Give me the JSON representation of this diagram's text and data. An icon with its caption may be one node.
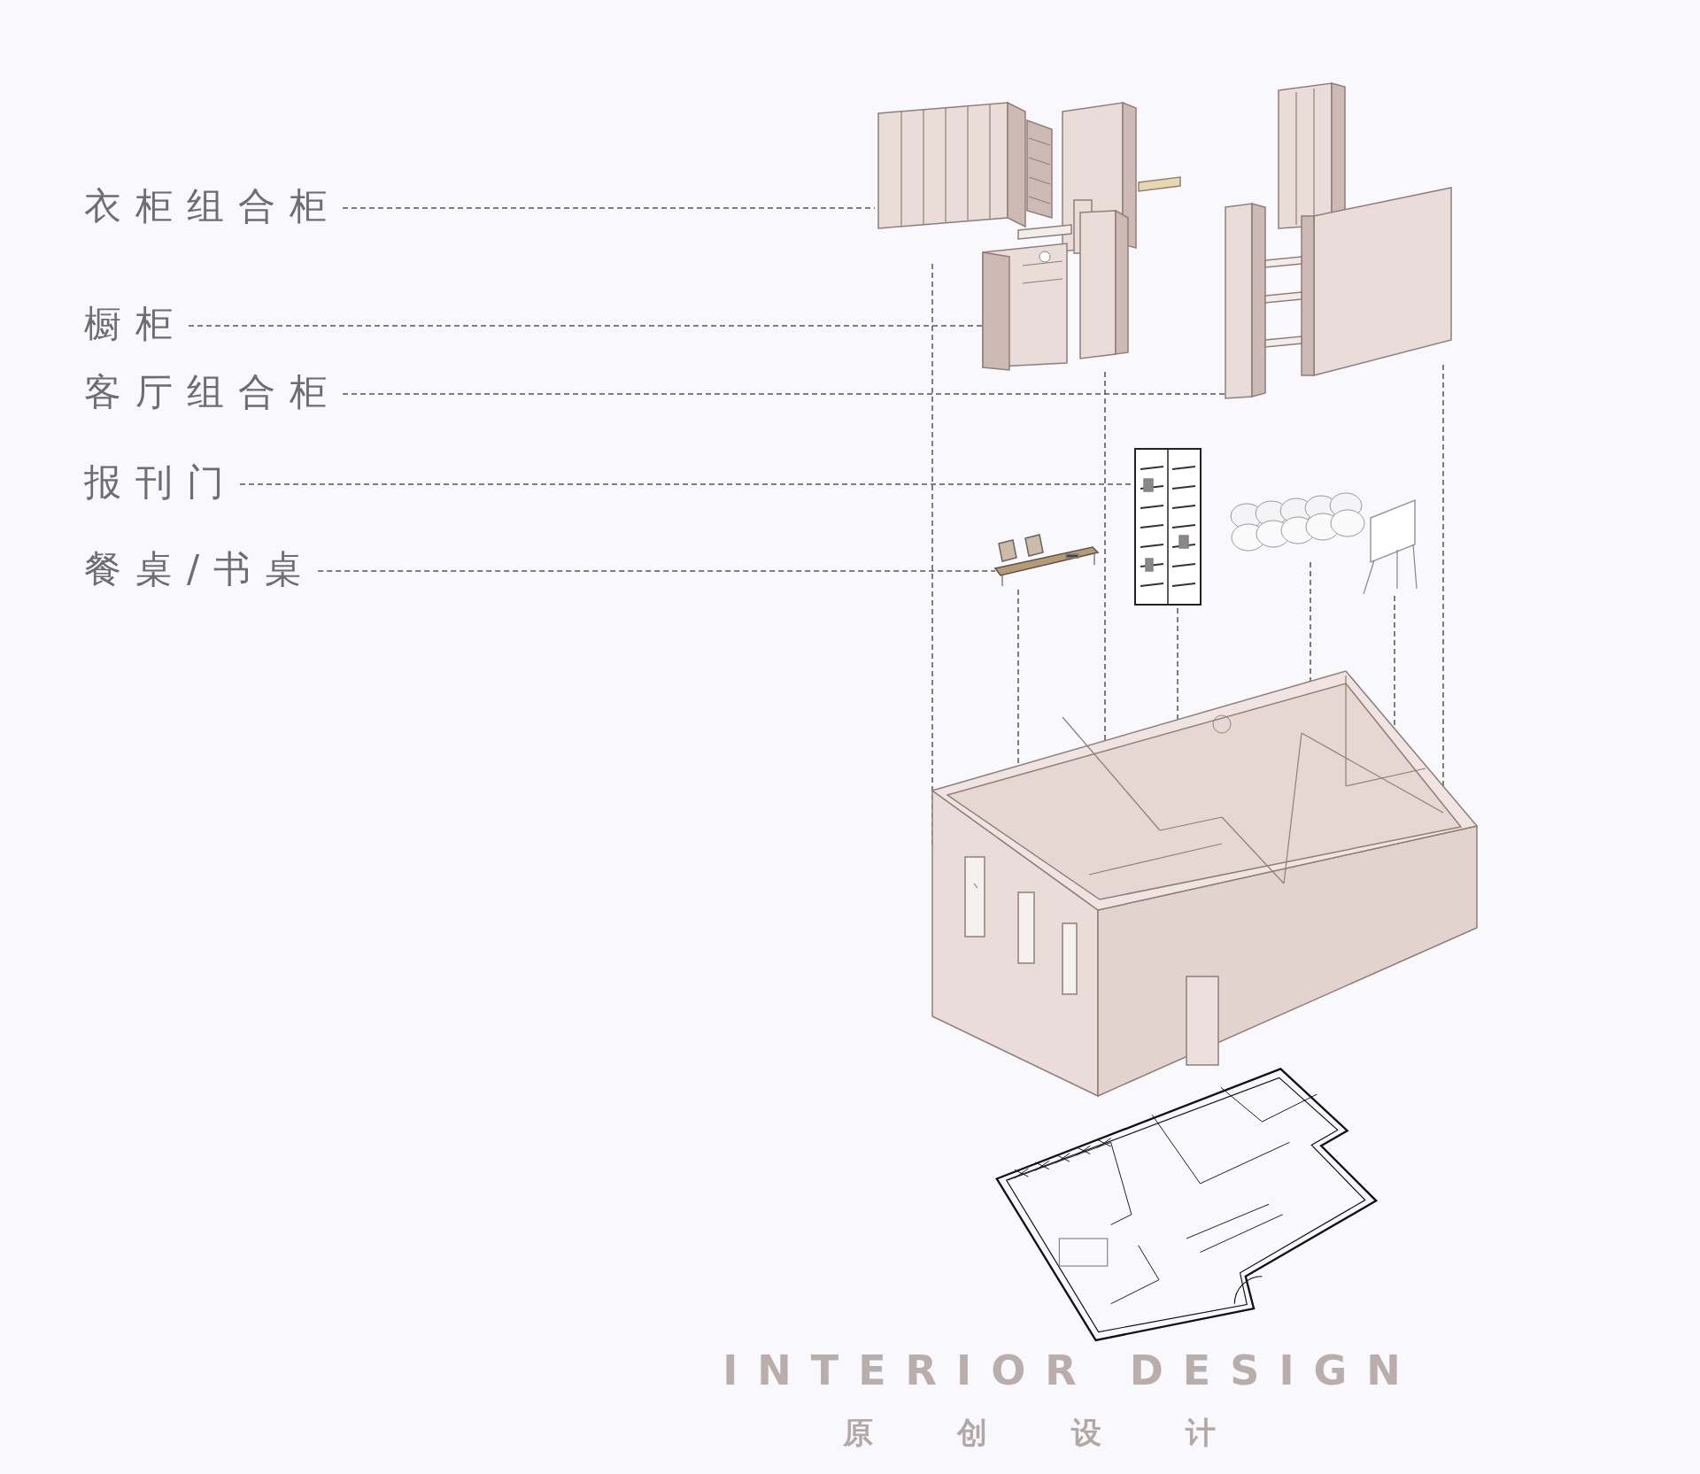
{
  "diagram": {
    "nodes": [
      {
        "text": [
          "衣柜组合柜"
        ]
      },
      {
        "text": [
          "橱柜"
        ]
      },
      {
        "text": [
          "客厅组合柜"
        ]
      },
      {
        "text": [
          "报刊门"
        ]
      },
      {
        "text": [
          "餐桌/书桌"
        ]
      },
      {
        "text": [],
        "shape": "picture"
      },
      {
        "text": [],
        "shape": "picture"
      },
      {
        "text": [],
        "shape": "picture"
      },
      {
        "text": [],
        "shape": "picture"
      },
      {
        "text": [],
        "shape": "picture"
      },
      {
        "text": [],
        "shape": "picture"
      },
      {
        "text": [],
        "shape": "picture"
      },
      {
        "text": [],
        "shape": "picture"
      },
      {
        "text": [],
        "shape": "picture"
      }
    ],
    "edges": [
      {
        "from": 0,
        "to": 5,
        "arrow": "none",
        "style": "dashed"
      },
      {
        "from": 1,
        "to": 6,
        "arrow": "none",
        "style": "dashed"
      },
      {
        "from": 2,
        "to": 7,
        "arrow": "none",
        "style": "dashed"
      },
      {
        "from": 3,
        "to": 8,
        "arrow": "none",
        "style": "dashed"
      },
      {
        "from": 4,
        "to": 9,
        "arrow": "none",
        "style": "dashed"
      },
      {
        "from": 5,
        "to": 12,
        "arrow": "none",
        "style": "dashed"
      },
      {
        "from": 9,
        "to": 12,
        "arrow": "none",
        "style": "dashed"
      },
      {
        "from": 6,
        "to": 12,
        "arrow": "none",
        "style": "dashed"
      },
      {
        "from": 8,
        "to": 12,
        "arrow": "none",
        "style": "dashed"
      },
      {
        "from": 10,
        "to": 12,
        "arrow": "none",
        "style": "dashed"
      },
      {
        "from": 11,
        "to": 12,
        "arrow": "none",
        "style": "dashed"
      },
      {
        "from": 7,
        "to": 12,
        "arrow": "none",
        "style": "dashed"
      }
    ],
    "labels": [
      "INTERIOR DESIGN",
      "原创设计"
    ]
  }
}
